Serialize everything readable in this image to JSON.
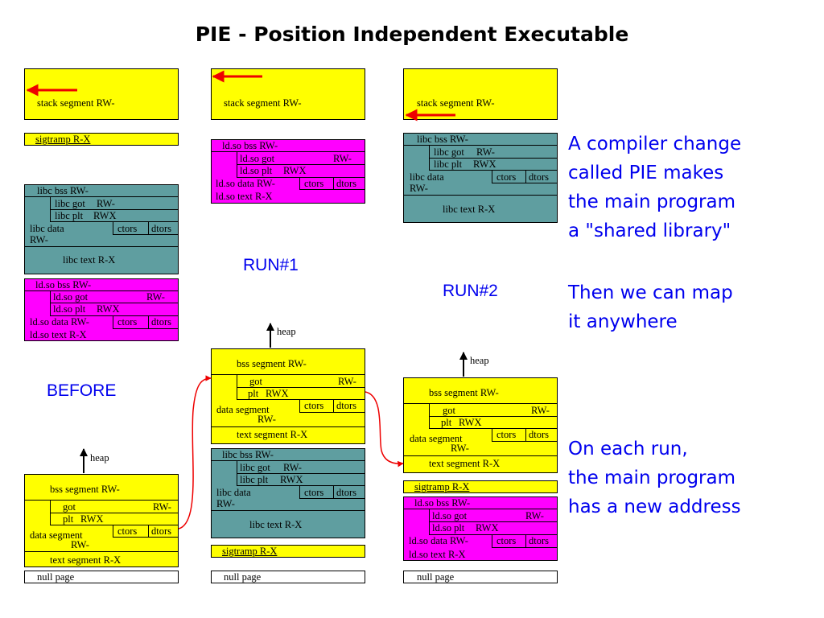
{
  "title": "PIE - Position Independent Executable",
  "labels": {
    "stack": "stack segment RW-",
    "sigtramp": "sigtramp R-X",
    "libc_bss": "libc bss RW-",
    "libc_got": "libc got",
    "libc_plt": "libc plt",
    "libc_data": "libc data",
    "libc_text": "libc text R-X",
    "ldso_bss": "ld.so bss RW-",
    "ldso_got": "ld.so got",
    "ldso_plt": "ld.so plt",
    "ldso_data": "ld.so data RW-",
    "ldso_text": "ld.so text  R-X",
    "bss": "bss segment RW-",
    "got": "got",
    "plt": "plt",
    "data_seg": "data segment",
    "text_seg": "text segment R-X",
    "null_page": "null page",
    "heap": "heap",
    "ctors": "ctors",
    "dtors": "dtors",
    "rw": "RW-",
    "rwx": "RWX"
  },
  "run_labels": {
    "before": "BEFORE",
    "run1": "RUN#1",
    "run2": "RUN#2"
  },
  "notes": {
    "p1": [
      "A compiler change",
      "called PIE makes",
      "the main program",
      "a \"shared library\""
    ],
    "p2": [
      "Then we can map",
      "it anywhere"
    ],
    "p3": [
      "On each run,",
      "the main program",
      "has a new address"
    ]
  },
  "colors": {
    "program_segment": "#ffff00",
    "libc_segment": "#5f9ea0",
    "ldso_segment": "#ff00ff",
    "annotation_text": "#0000ee",
    "arrow": "#ee0000"
  }
}
